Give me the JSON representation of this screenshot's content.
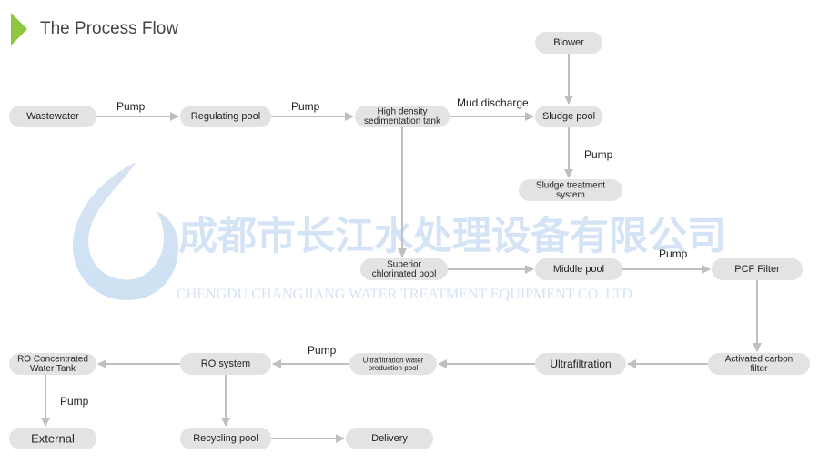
{
  "header": {
    "title": "The Process Flow"
  },
  "watermark": {
    "chinese": "成都市长江水处理设备有限公司",
    "english": "CHENGDU CHANGJIANG WATER TREATMENT EQUIPMENT CO. LTD"
  },
  "nodes": {
    "wastewater": [
      "Wastewater"
    ],
    "regulating": [
      "Regulating pool"
    ],
    "hds": [
      "High density",
      "sedimentation tank"
    ],
    "blower": [
      "Blower"
    ],
    "sludge_pool": [
      "Sludge pool"
    ],
    "sludge_treatment": [
      "Sludge treatment",
      "system"
    ],
    "superior": [
      "Superior",
      "chlorinated pool"
    ],
    "middle": [
      "Middle pool"
    ],
    "pcf": [
      "PCF Filter"
    ],
    "activated": [
      "Activated carbon",
      "filter"
    ],
    "ultrafiltration": [
      "Ultrafiltration"
    ],
    "uf_pool": [
      "Ultrafiltration water",
      "production pool"
    ],
    "ro_system": [
      "RO system"
    ],
    "ro_tank": [
      "RO Concentrated",
      "Water Tank"
    ],
    "external": [
      "External"
    ],
    "recycling": [
      "Recycling pool"
    ],
    "delivery": [
      "Delivery"
    ]
  },
  "edge_labels": {
    "pump_1": "Pump",
    "pump_2": "Pump",
    "mud_discharge": "Mud discharge",
    "pump_3": "Pump",
    "pump_4": "Pump",
    "pump_5": "Pump",
    "pump_6": "Pump"
  },
  "colors": {
    "node_fill": "#e2e3e3",
    "arrow": "#bdbfc1",
    "accent": "#8dc63f",
    "watermark": "#a9c6ea"
  }
}
